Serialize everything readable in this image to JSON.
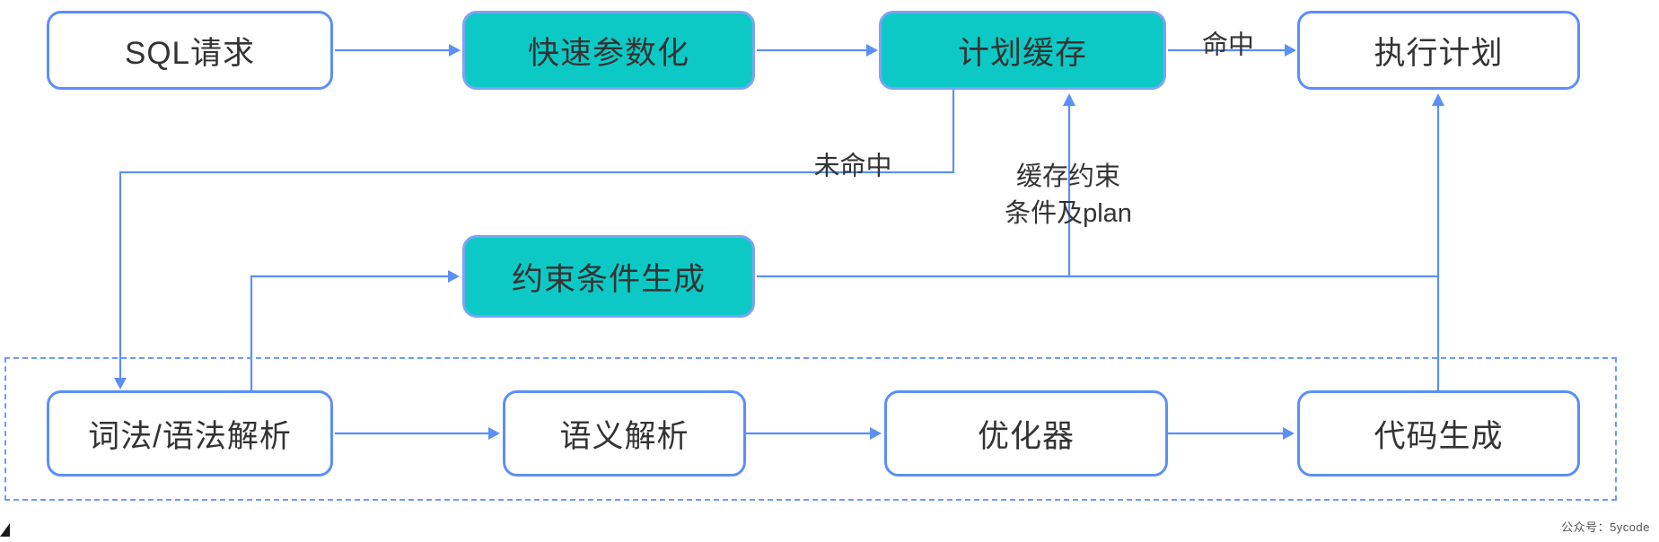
{
  "diagram": {
    "nodes": {
      "sql_request": {
        "label": "SQL请求",
        "style": "plain"
      },
      "fast_param": {
        "label": "快速参数化",
        "style": "teal"
      },
      "plan_cache": {
        "label": "计划缓存",
        "style": "teal"
      },
      "execution_plan": {
        "label": "执行计划",
        "style": "plain"
      },
      "constraint_gen": {
        "label": "约束条件生成",
        "style": "teal"
      },
      "lexical_parsing": {
        "label": "词法/语法解析",
        "style": "plain"
      },
      "semantic_parsing": {
        "label": "语义解析",
        "style": "plain"
      },
      "optimizer": {
        "label": "优化器",
        "style": "plain"
      },
      "code_generation": {
        "label": "代码生成",
        "style": "plain"
      }
    },
    "edge_labels": {
      "hit": "命中",
      "miss": "未命中",
      "cache_constraint_line1": "缓存约束",
      "cache_constraint_line2": "条件及plan"
    },
    "edges": [
      {
        "from": "sql_request",
        "to": "fast_param",
        "label": ""
      },
      {
        "from": "fast_param",
        "to": "plan_cache",
        "label": ""
      },
      {
        "from": "plan_cache",
        "to": "execution_plan",
        "label": "命中"
      },
      {
        "from": "plan_cache",
        "to": "lexical_parsing",
        "label": "未命中"
      },
      {
        "from": "lexical_parsing",
        "to": "constraint_gen",
        "label": ""
      },
      {
        "from": "constraint_gen",
        "to": "plan_cache",
        "label": "缓存约束条件及plan"
      },
      {
        "from": "lexical_parsing",
        "to": "semantic_parsing",
        "label": ""
      },
      {
        "from": "semantic_parsing",
        "to": "optimizer",
        "label": ""
      },
      {
        "from": "optimizer",
        "to": "code_generation",
        "label": ""
      },
      {
        "from": "code_generation",
        "to": "execution_plan",
        "label": ""
      }
    ],
    "watermark": "公众号：5ycode",
    "colors": {
      "line_blue": "#5B8FF9",
      "teal_fill": "#0DC9C5",
      "teal_border": "#7EA2F5",
      "text": "#333333",
      "watermark_text": "#555555"
    }
  }
}
